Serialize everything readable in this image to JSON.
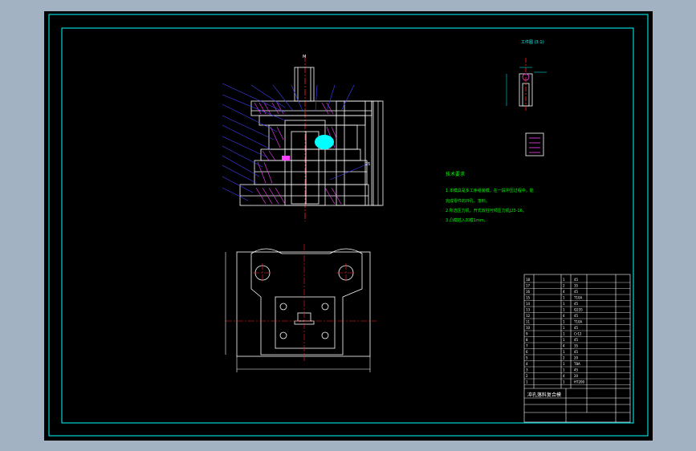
{
  "colors": {
    "background": "#000000",
    "frame": "#00ffff",
    "geometry": "#ffffff",
    "dimension": "#00ffff",
    "centerline": "#ff2020",
    "notes": "#00ff00",
    "hatch": "#ff40ff",
    "leader": "#4040ff",
    "title_block": "#ffffff"
  },
  "drawing": {
    "part_view_title": "工件图 (3:1)",
    "notes_title": "技术要求",
    "notes": [
      "1.本模具是多工序组装模，在一段冲压过程中，能",
      "完成零件的冲孔、落料。",
      "2.所选压力机，开式双柱可倾压力机J23-16。",
      "3.凸模插入凹模1mm。"
    ],
    "top_label": "M",
    "side_label": "25"
  },
  "title_block": {
    "drawing_name": "冲孔落料复合模",
    "rows": [
      {
        "no": "18",
        "qty": "1",
        "mat": "45"
      },
      {
        "no": "17",
        "qty": "2",
        "mat": "35"
      },
      {
        "no": "16",
        "qty": "4",
        "mat": "45"
      },
      {
        "no": "15",
        "qty": "1",
        "mat": "T10A"
      },
      {
        "no": "14",
        "qty": "1",
        "mat": "45"
      },
      {
        "no": "13",
        "qty": "1",
        "mat": "Q235"
      },
      {
        "no": "12",
        "qty": "4",
        "mat": "45"
      },
      {
        "no": "11",
        "qty": "1",
        "mat": "T10A"
      },
      {
        "no": "10",
        "qty": "1",
        "mat": "45"
      },
      {
        "no": "9",
        "qty": "1",
        "mat": "Cr12"
      },
      {
        "no": "8",
        "qty": "1",
        "mat": "45"
      },
      {
        "no": "7",
        "qty": "4",
        "mat": "35"
      },
      {
        "no": "6",
        "qty": "1",
        "mat": "45"
      },
      {
        "no": "5",
        "qty": "2",
        "mat": "20"
      },
      {
        "no": "4",
        "qty": "1",
        "mat": "T8A"
      },
      {
        "no": "3",
        "qty": "1",
        "mat": "45"
      },
      {
        "no": "2",
        "qty": "4",
        "mat": "20"
      },
      {
        "no": "1",
        "qty": "1",
        "mat": "HT200"
      }
    ]
  }
}
